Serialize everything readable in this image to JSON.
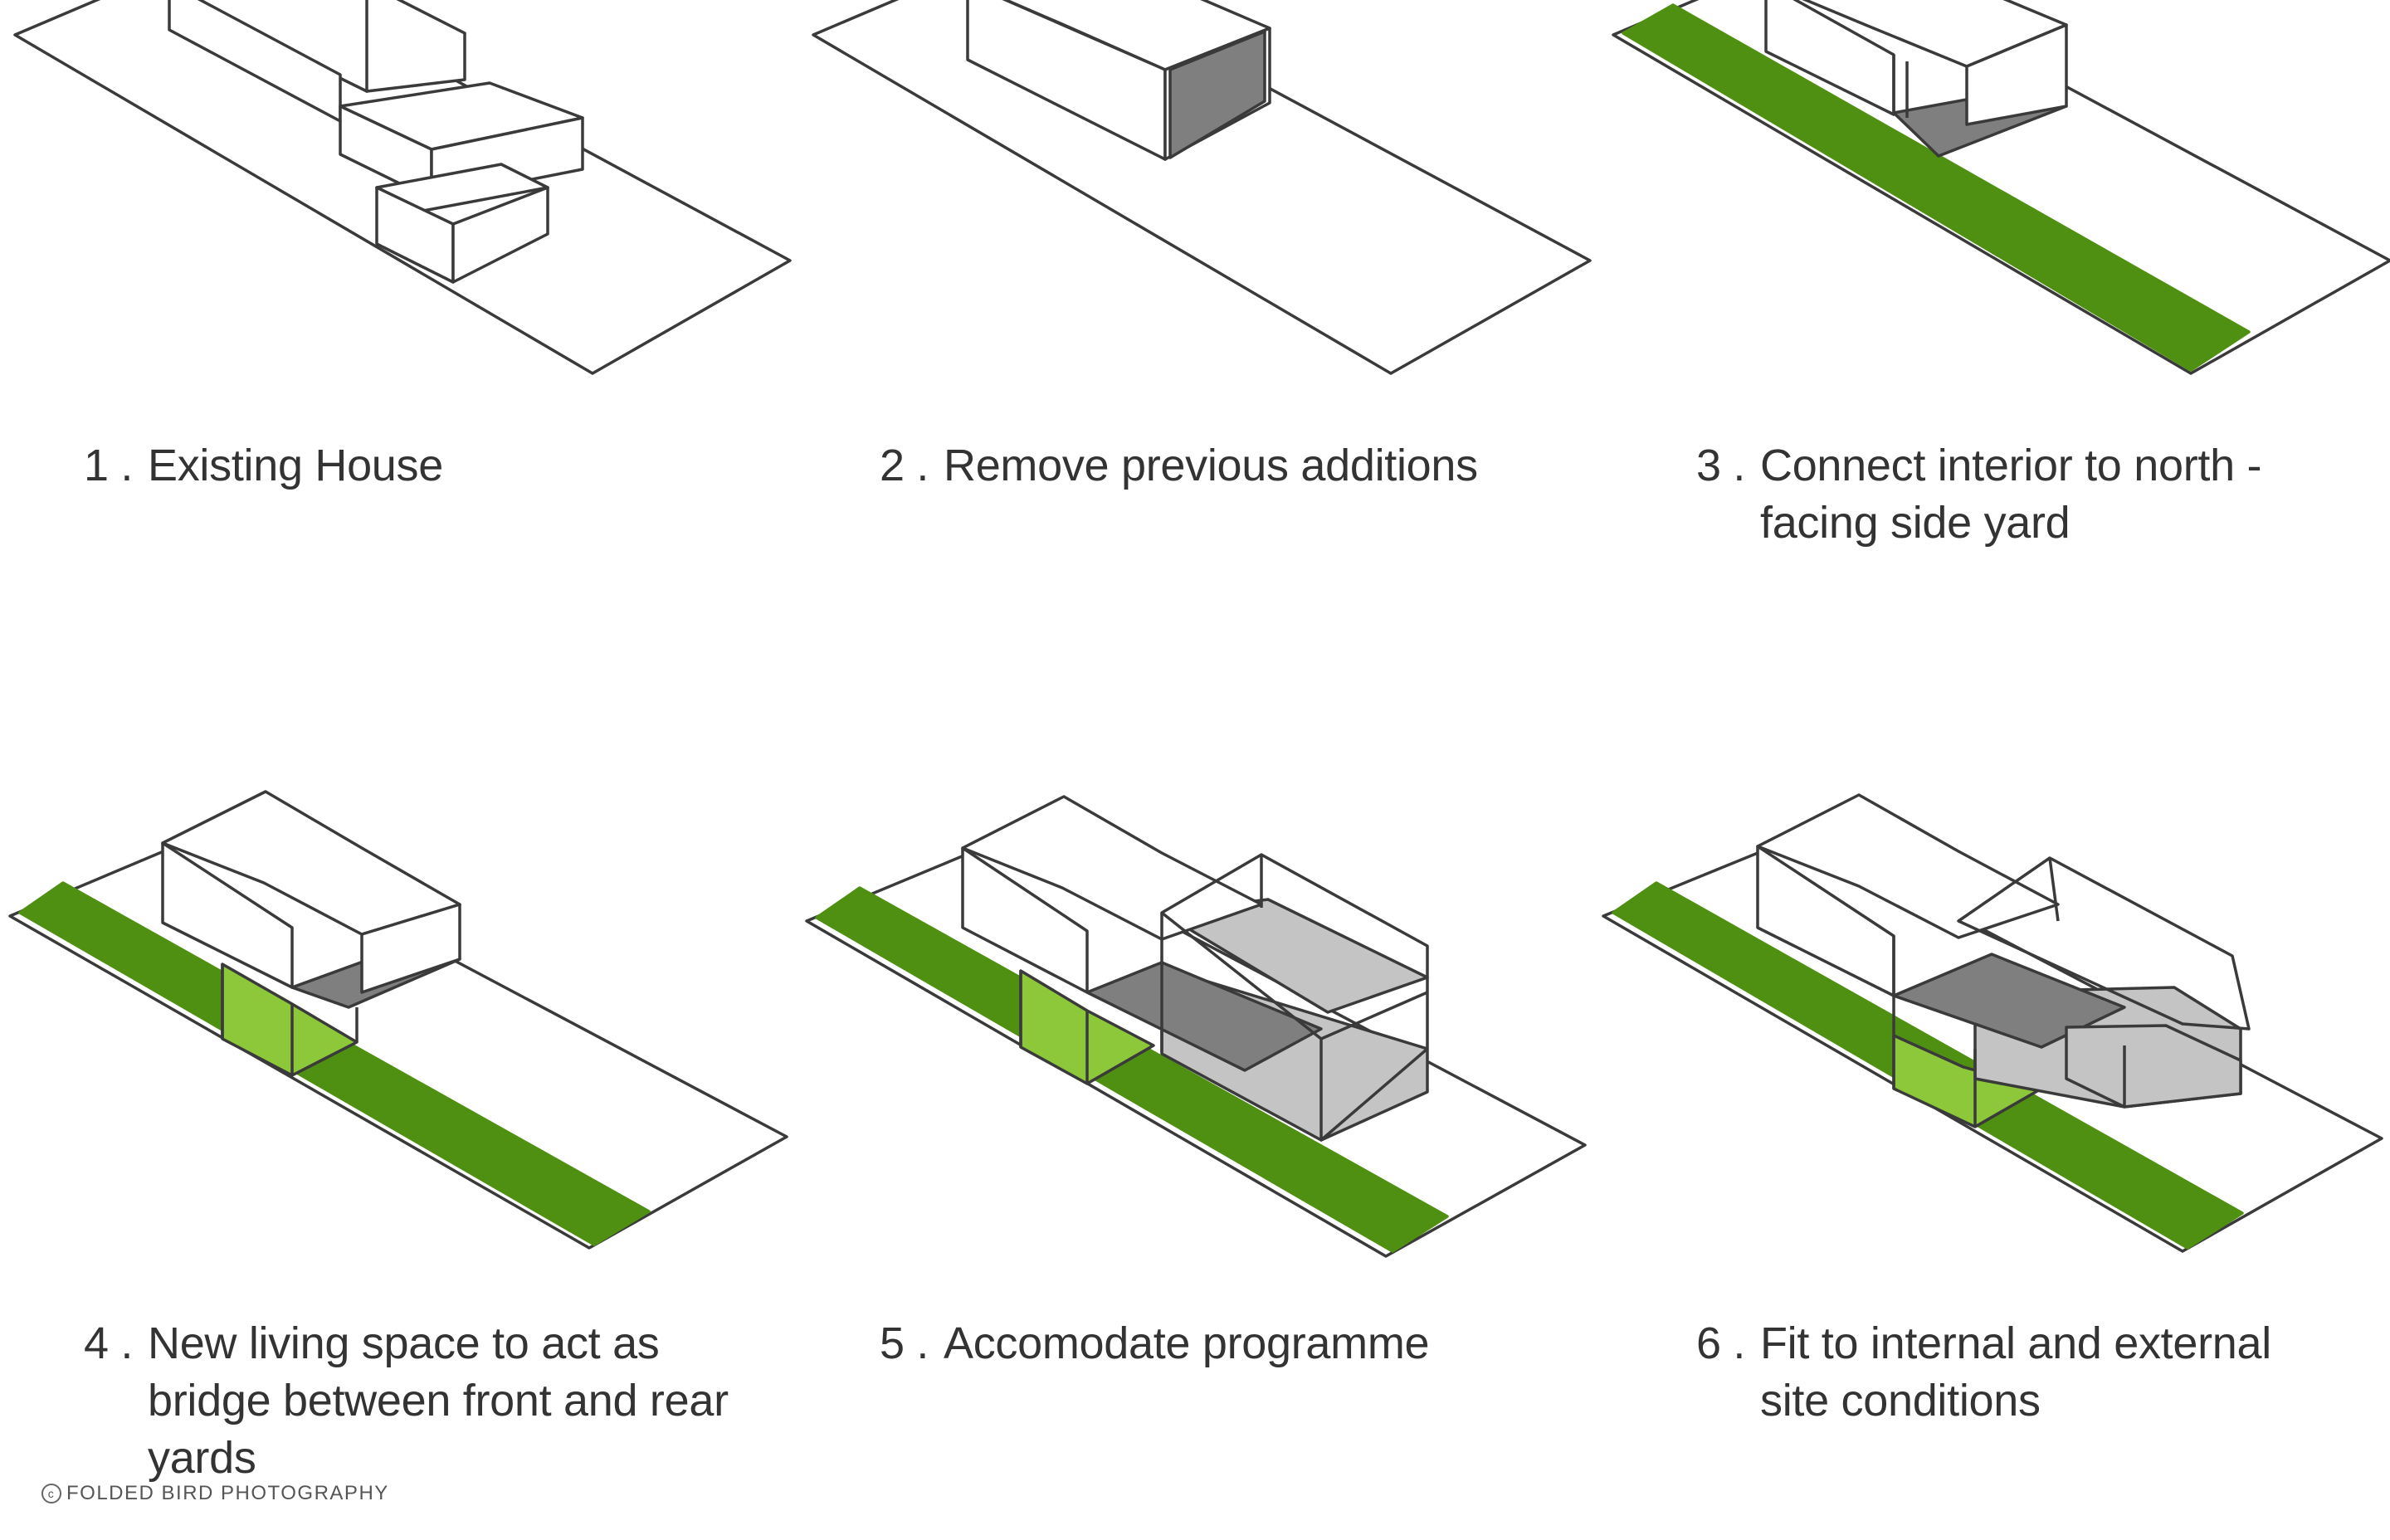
{
  "steps": [
    {
      "number": "1 .",
      "text": "Existing House"
    },
    {
      "number": "2 .",
      "text": "Remove previous additions"
    },
    {
      "number": "3 .",
      "text": "Connect interior to north - facing side yard"
    },
    {
      "number": "4 .",
      "text": "New living space to act as bridge between front and rear yards"
    },
    {
      "number": "5 .",
      "text": "Accomodate programme"
    },
    {
      "number": "6 .",
      "text": "Fit to internal and external site conditions"
    }
  ],
  "credit": {
    "icon": "copyright-icon",
    "text": "FOLDED BIRD PHOTOGRAPHY"
  },
  "colors": {
    "outline": "#3a3a3a",
    "yard_green": "#4f8f12",
    "bridge_green": "#8cc83a",
    "dark_grey": "#7f7f7f",
    "light_grey": "#c4c4c4",
    "background": "#ffffff"
  }
}
